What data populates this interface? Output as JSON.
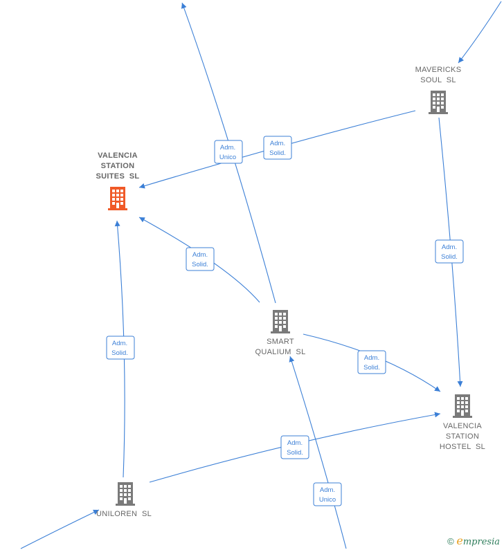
{
  "colors": {
    "edge": "#3b7fd6",
    "node_default": "#7a7a7a",
    "node_highlight": "#f05a28",
    "text": "#666666"
  },
  "nodes": [
    {
      "id": "mavericks",
      "lines": [
        "MAVERICKS",
        "SOUL  SL"
      ],
      "highlight": false,
      "icon": "building-icon"
    },
    {
      "id": "valencia_suites",
      "lines": [
        "VALENCIA",
        "STATION",
        "SUITES  SL"
      ],
      "highlight": true,
      "icon": "building-icon"
    },
    {
      "id": "smart_qualium",
      "lines": [
        "SMART",
        "QUALIUM  SL"
      ],
      "highlight": false,
      "icon": "building-icon"
    },
    {
      "id": "valencia_hostel",
      "lines": [
        "VALENCIA",
        "STATION",
        "HOSTEL  SL"
      ],
      "highlight": false,
      "icon": "building-icon"
    },
    {
      "id": "uniloren",
      "lines": [
        "UNILOREN  SL"
      ],
      "highlight": false,
      "icon": "building-icon"
    }
  ],
  "edges": [
    {
      "label": [
        "Adm.",
        "Unico"
      ]
    },
    {
      "label": [
        "Adm.",
        "Solid."
      ]
    },
    {
      "label": [
        "Adm.",
        "Solid."
      ]
    },
    {
      "label": [
        "Adm.",
        "Solid."
      ]
    },
    {
      "label": [
        "Adm.",
        "Solid."
      ]
    },
    {
      "label": [
        "Adm.",
        "Solid."
      ]
    },
    {
      "label": [
        "Adm.",
        "Solid."
      ]
    },
    {
      "label": [
        "Adm.",
        "Unico"
      ]
    },
    {
      "label": []
    },
    {
      "label": []
    }
  ],
  "watermark": {
    "symbol": "©",
    "brand_initial": "e",
    "brand_rest": "mpresia"
  }
}
